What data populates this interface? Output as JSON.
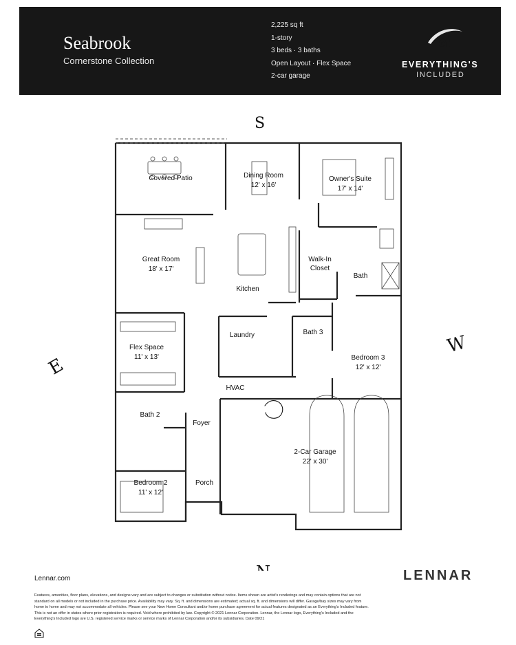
{
  "header": {
    "title": "Seabrook",
    "subtitle": "Cornerstone Collection",
    "specs": [
      "2,225 sq ft",
      "1-story",
      "3 beds · 3 baths",
      "Open Layout · Flex Space",
      "2-car garage"
    ],
    "logo_icon": "ei-logo-icon",
    "logo_line1": "EVERYTHING'S",
    "logo_line2": "INCLUDED",
    "logo_mark": "ei"
  },
  "rooms": {
    "covered_patio": {
      "name": "Covered Patio"
    },
    "dining_room": {
      "name": "Dining Room",
      "size": "12' x 16'"
    },
    "owners_suite": {
      "name": "Owner's Suite",
      "size": "17' x 14'"
    },
    "great_room": {
      "name": "Great Room",
      "size": "18' x 17'"
    },
    "walk_in_closet": {
      "name_line1": "Walk-In",
      "name_line2": "Closet"
    },
    "bath": {
      "name": "Bath"
    },
    "kitchen": {
      "name": "Kitchen"
    },
    "laundry": {
      "name": "Laundry"
    },
    "bath3": {
      "name": "Bath 3"
    },
    "bedroom3": {
      "name": "Bedroom 3",
      "size": "12' x 12'"
    },
    "flex_space": {
      "name": "Flex Space",
      "size": "11' x 13'"
    },
    "hvac": {
      "name": "HVAC"
    },
    "bath2": {
      "name": "Bath 2"
    },
    "foyer": {
      "name": "Foyer"
    },
    "garage": {
      "name": "2-Car Garage",
      "size": "22' x 30'"
    },
    "bedroom2": {
      "name": "Bedroom 2",
      "size": "11' x 12'"
    },
    "porch": {
      "name": "Porch"
    }
  },
  "handwritten": {
    "north": "N",
    "south": "S",
    "east": "E",
    "west": "W"
  },
  "footer": {
    "website": "Lennar.com",
    "brand": "LENNAR",
    "equal_housing_icon": "equal-housing-icon",
    "disclaimer": [
      "Features, amenities, floor plans, elevations, and designs vary and are subject to changes or substitution without notice. Items shown are artist's renderings and may contain options that are not",
      "standard on all models or not included in the purchase price. Availability may vary. Sq. ft. and dimensions are estimated; actual sq. ft. and dimensions will differ. Garage/bay sizes may vary from",
      "home to home and may not accommodate all vehicles. Please see your New Home Consultant and/or home purchase agreement for actual features designated as an Everything's Included feature.",
      "This is not an offer in states where prior registration is required. Void where prohibited by law. Copyright © 2021 Lennar Corporation. Lennar, the Lennar logo, Everything's Included and the",
      "Everything's Included logo are U.S. registered service marks or service marks of Lennar Corporation and/or its subsidiaries. Date 09/21"
    ]
  }
}
